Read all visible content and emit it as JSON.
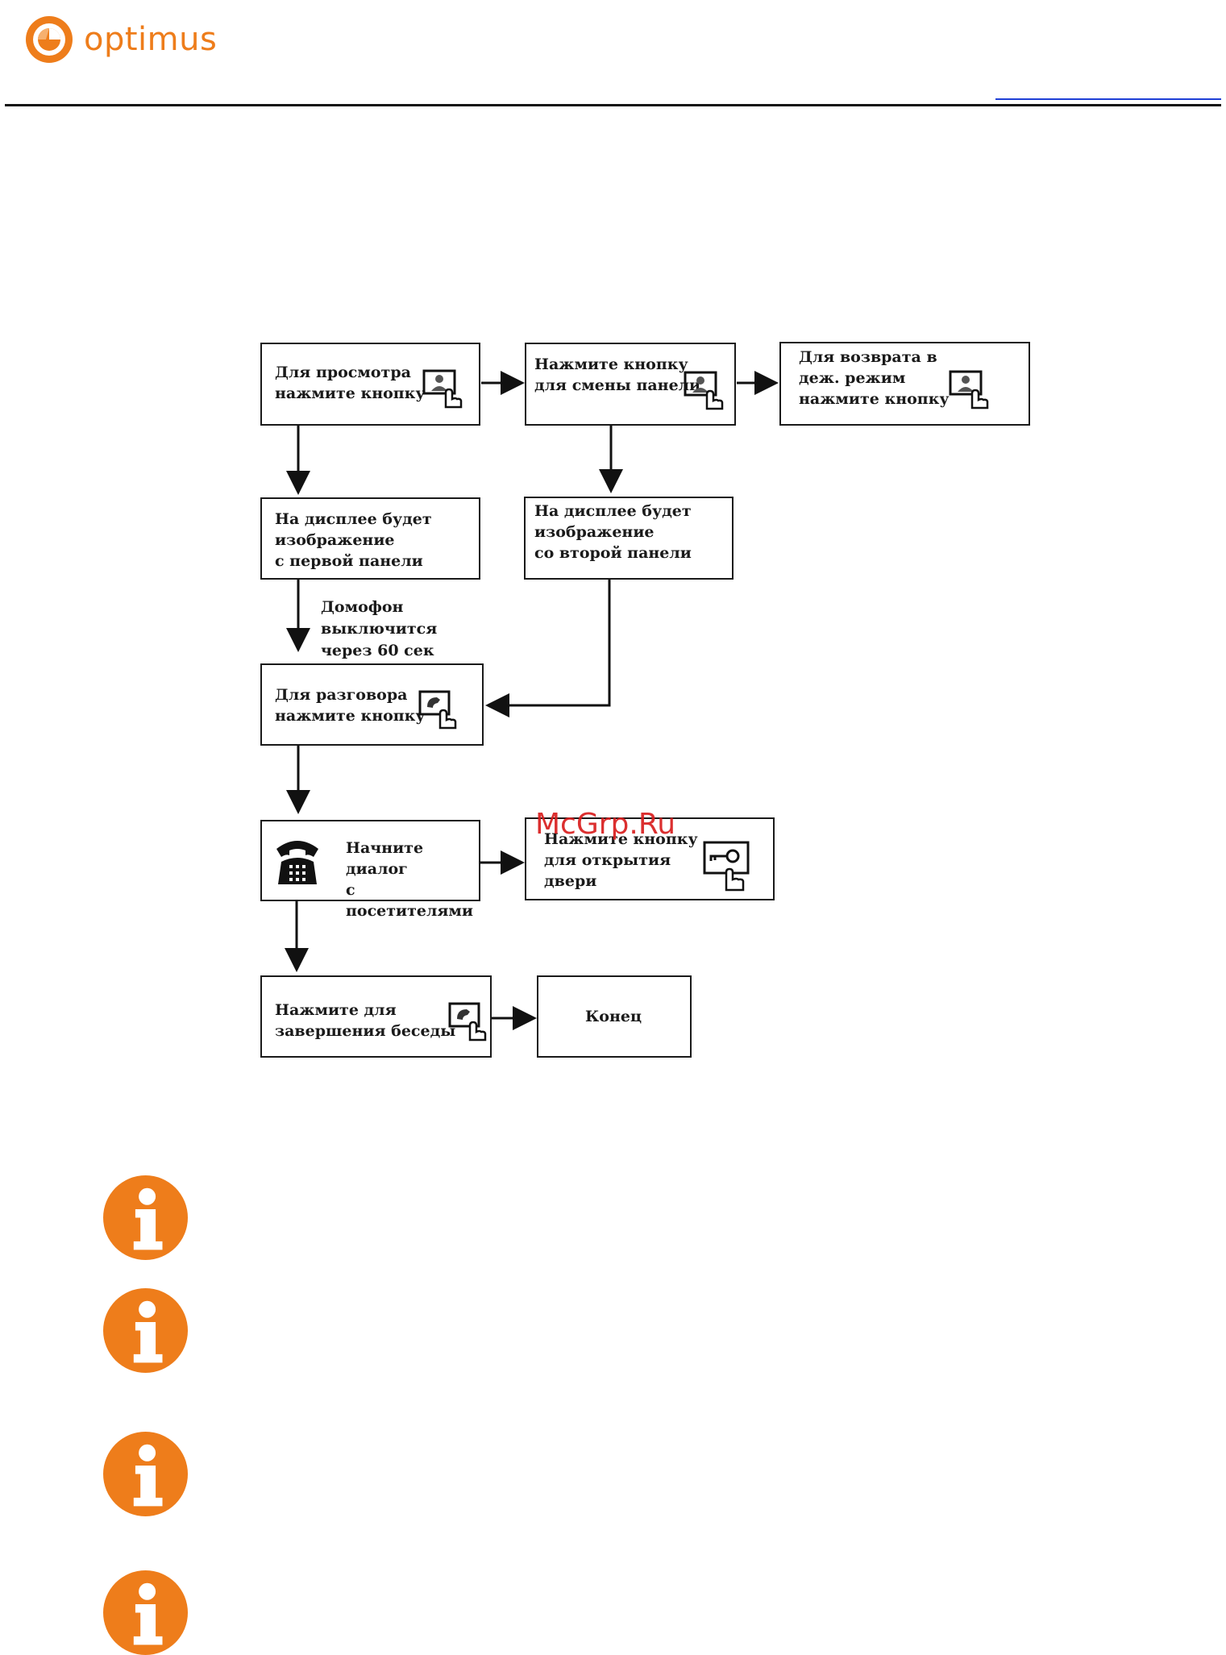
{
  "header": {
    "brand": "optimus",
    "colors": {
      "brand": "#ee7d1b",
      "link": "#1f3fd6"
    }
  },
  "flowchart": {
    "boxes": {
      "view": "Для просмотра\nнажмите кнопку",
      "switch_panel": "Нажмите кнопку\nдля смены панели",
      "return_standby": "Для возврата в\nдеж. режим\nнажмите кнопку",
      "display_first": "На дисплее будет\nизображение\nс первой панели",
      "display_second": "На дисплее будет\nизображение\nсо второй панели",
      "talk": "Для разговора\nнажмите кнопку",
      "start_dialog": "Начните диалог\nс посетителями",
      "open_door": "Нажмите кнопку\nдля открытия\nдвери",
      "end_talk": "Нажмите для\nзавершения беседы",
      "end": "Конец"
    },
    "timeout_note": "Домофон\nвыключится\nчерез 60 сек"
  },
  "watermark": "McGrp.Ru",
  "icons": [
    "monitor-hand-icon",
    "handset-hand-icon",
    "key-hand-icon",
    "telephone-icon",
    "info-icon"
  ]
}
